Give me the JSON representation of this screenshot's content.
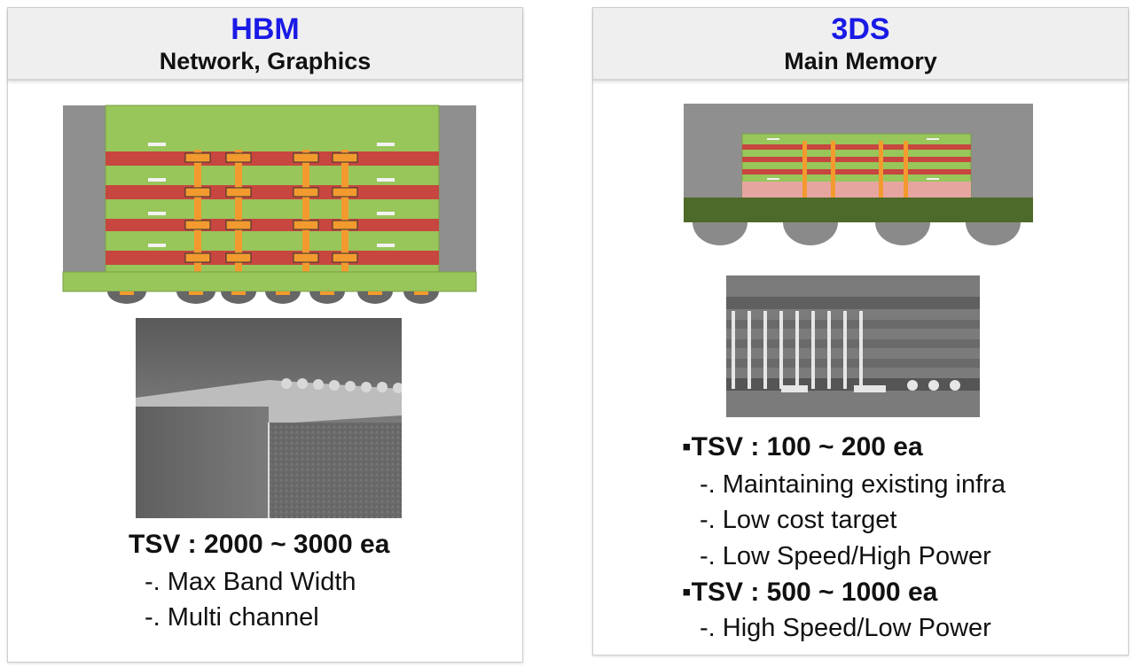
{
  "left_panel": {
    "title": "HBM",
    "subtitle": "Network, Graphics",
    "tsv_heading": "TSV : 2000 ~ 3000 ea",
    "points": [
      "-. Max Band Width",
      "-. Multi channel"
    ]
  },
  "right_panel": {
    "title": "3DS",
    "subtitle": "Main Memory",
    "groups": [
      {
        "heading": "▪TSV : 100 ~ 200 ea",
        "points": [
          "-. Maintaining existing infra",
          "-. Low cost target",
          "-. Low Speed/High Power"
        ]
      },
      {
        "heading": "▪TSV : 500 ~ 1000 ea",
        "points": [
          "-. High Speed/Low Power"
        ]
      }
    ]
  },
  "colors": {
    "title_blue": "#1a1ae6",
    "die_green": "#98c65a",
    "die_red": "#c7463f",
    "tsv_orange": "#f39a2f",
    "mold_gray": "#8f8f8f",
    "substrate_green": "#4d6a2a"
  }
}
